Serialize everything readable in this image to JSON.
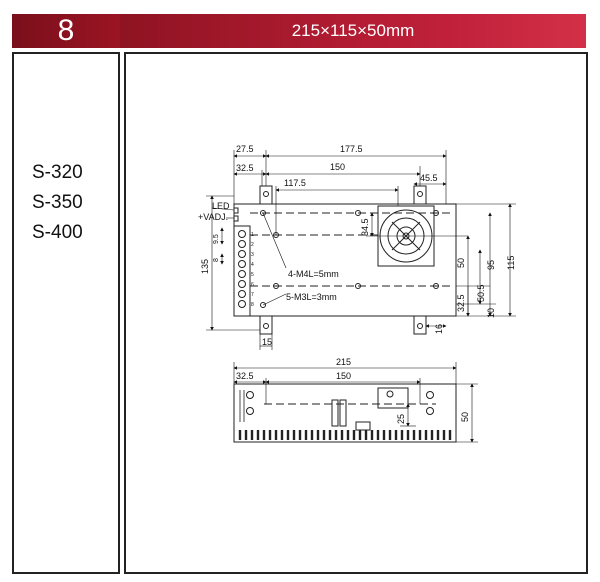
{
  "header": {
    "number": "8",
    "dimensions": "215×115×50mm",
    "colors": {
      "dark": "#7a0f1b",
      "bright": "#d33048"
    }
  },
  "models": [
    "S-320",
    "S-350",
    "S-400"
  ],
  "drawing": {
    "top_view": {
      "dims_top": [
        "27.5",
        "177.5",
        "32.5",
        "150",
        "117.5",
        "45.5"
      ],
      "labels": {
        "led": "LED",
        "vadj": "+VADJ.",
        "m4": "4-M4L=5mm",
        "m3": "5-M3L=3mm"
      },
      "dims_left": [
        "135",
        "9.5",
        "8"
      ],
      "dims_right": [
        "34.5",
        "50",
        "95",
        "115",
        "32.5",
        "50.5",
        "10"
      ],
      "dims_bottom": [
        "15",
        "16"
      ]
    },
    "side_view": {
      "dims": [
        "215",
        "32.5",
        "150",
        "25",
        "50"
      ]
    }
  }
}
